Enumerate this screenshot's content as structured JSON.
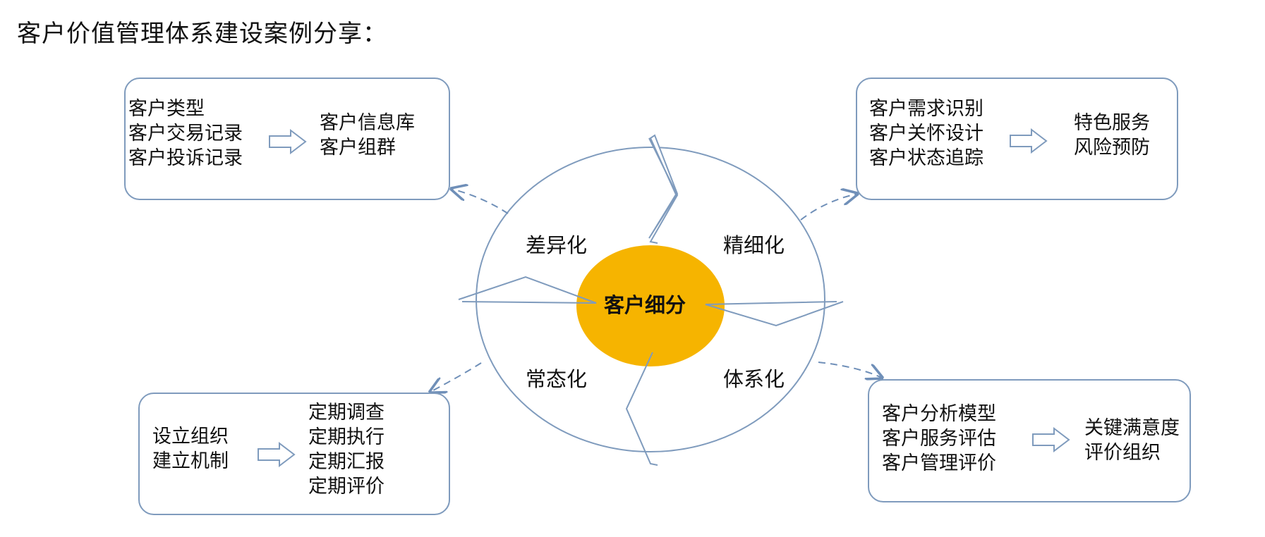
{
  "title": "客户价值管理体系建设案例分享：",
  "center": "客户细分",
  "quadrants": {
    "top_left": "差异化",
    "top_right": "精细化",
    "bottom_left": "常态化",
    "bottom_right": "体系化"
  },
  "boxes": {
    "top_left": {
      "inputs": [
        "客户类型",
        "客户交易记录",
        "客户投诉记录"
      ],
      "outputs": [
        "客户信息库",
        "客户组群"
      ]
    },
    "top_right": {
      "inputs": [
        "客户需求识别",
        "客户关怀设计",
        "客户状态追踪"
      ],
      "outputs": [
        "特色服务",
        "风险预防"
      ]
    },
    "bottom_left": {
      "inputs": [
        "设立组织",
        "建立机制"
      ],
      "outputs": [
        "定期调查",
        "定期执行",
        "定期汇报",
        "定期评价"
      ]
    },
    "bottom_right": {
      "inputs": [
        "客户分析模型",
        "客户服务评估",
        "客户管理评价"
      ],
      "outputs": [
        "关键满意度",
        "评价组织"
      ]
    }
  },
  "colors": {
    "center_fill": "#f6b400",
    "outline": "#7f9bbd",
    "connector": "#6f8fb8"
  }
}
